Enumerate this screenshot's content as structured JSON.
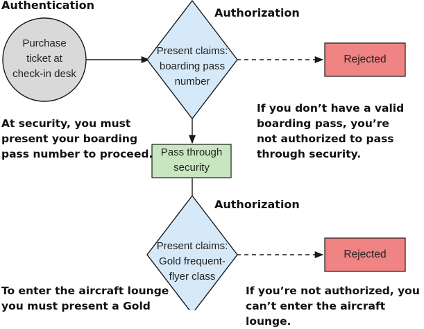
{
  "headings": {
    "authentication": "Authentication",
    "authorization_top": "Authorization",
    "authorization_bottom": "Authorization"
  },
  "start": {
    "label": "Purchase\nticket at\ncheck-in desk"
  },
  "decision_boarding": {
    "label": "Present claims:\nboarding pass\nnumber"
  },
  "rejected_top": {
    "label": "Rejected"
  },
  "pass_security": {
    "label": "Pass through\nsecurity"
  },
  "decision_lounge": {
    "label": "Present claims:\nGold frequent-\nflyer class"
  },
  "rejected_bottom": {
    "label": "Rejected"
  },
  "notes": {
    "security": "At security, you must\npresent your boarding\npass number to proceed.",
    "not_authorized_security": "If you don’t have a valid\nboarding pass, you’re\nnot authorized to pass\nthrough security.",
    "lounge": "To enter the aircraft lounge\nyou must present a Gold",
    "not_authorized_lounge": "If you’re not authorized, you\ncan’t enter the aircraft lounge."
  },
  "colors": {
    "circle_fill": "#d9d9d9",
    "diamond_fill": "#d6e9f8",
    "rejected_fill": "#f08383",
    "pass_fill": "#c8e6c0",
    "stroke": "#1a1a1a"
  }
}
